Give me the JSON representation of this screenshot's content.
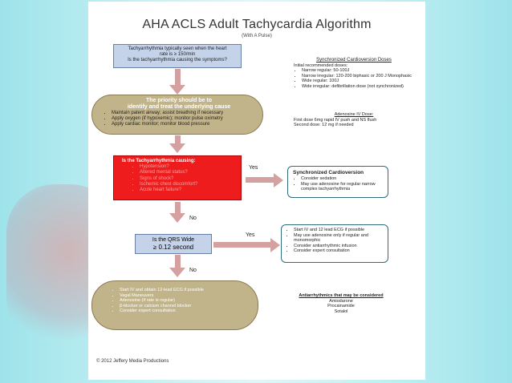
{
  "title": "AHA ACLS Adult Tachycardia Algorithm",
  "subtitle": "(With A Pulse)",
  "box1": {
    "line1": "Tachyarrhythmia typically seen when the heart",
    "line2": "rate is ≥ 150/min",
    "line3": "Is the tachyarrhythmia causing the symptoms?"
  },
  "box2": {
    "heading1": "The priority should be to",
    "heading2": "identify and treat the underlying cause",
    "items": [
      "Maintain patent airway; assist breathing if necessary",
      "Apply oxygen (if hypoxemic); monitor pulse oximetry",
      "Apply cardiac monitor; monitor blood pressure"
    ]
  },
  "box3": {
    "heading": "Is the Tachyarrhythmia causing:",
    "items": [
      "Hypotension?",
      "Altered mental status?",
      "Signs of shock?",
      "Ischemic chest discomfort?",
      "Acute heart failure?"
    ]
  },
  "sync_box": {
    "heading": "Synchronized Cardioversion",
    "items": [
      "Consider sedation",
      "May use adenosine for regular narrow complex tachyarrhythmia"
    ]
  },
  "qrs_box": {
    "line1": "Is the QRS Wide",
    "line2": "≥ 0.12 second"
  },
  "wide_box": {
    "items": [
      "Start IV and 12 lead ECG if possible",
      "May use adenosine only if regular and monomorphic",
      "Consider antiarrhythmic infusion",
      "Consider expert consultation"
    ]
  },
  "narrow_box": {
    "items": [
      "Start IV and obtain 12-lead ECG if possible",
      "Vagal Maneuvers",
      "Adenosine (if rate is regular)",
      "β-blocker or calcium channel blocker",
      "Consider expert consultation"
    ]
  },
  "labels": {
    "yes1": "Yes",
    "no1": "No",
    "yes2": "Yes",
    "no2": "No"
  },
  "sync_doses": {
    "heading": "Synchronized Cardioversion Doses",
    "sub": "Initial recommended doses:",
    "items": [
      "Narrow regular: 50-100J",
      "Narrow irregular: 120-200 biphasic or 200 J Monophasic",
      "Wide regular: 100J",
      "Wide irregular: defibrillation dose (not synchronized)"
    ]
  },
  "adenosine": {
    "heading": "Adenosine IV Dose:",
    "line1": "First dose 6mg rapid IV push and NS flush",
    "line2": "Second dose: 12 mg if needed"
  },
  "antiarrhythmics": {
    "heading": "Antiarrhythmics that may be considered",
    "items": [
      "Amiodarone",
      "Procainamide",
      "Sotalol"
    ]
  },
  "footer": "© 2012 Jeffery Media Productions",
  "colors": {
    "blue_box": "#c5d3ea",
    "tan_box": "#c2b48a",
    "red_box": "#ee1c1c",
    "arrow": "#d4a0a0",
    "teal_border": "#2e6d7a"
  }
}
